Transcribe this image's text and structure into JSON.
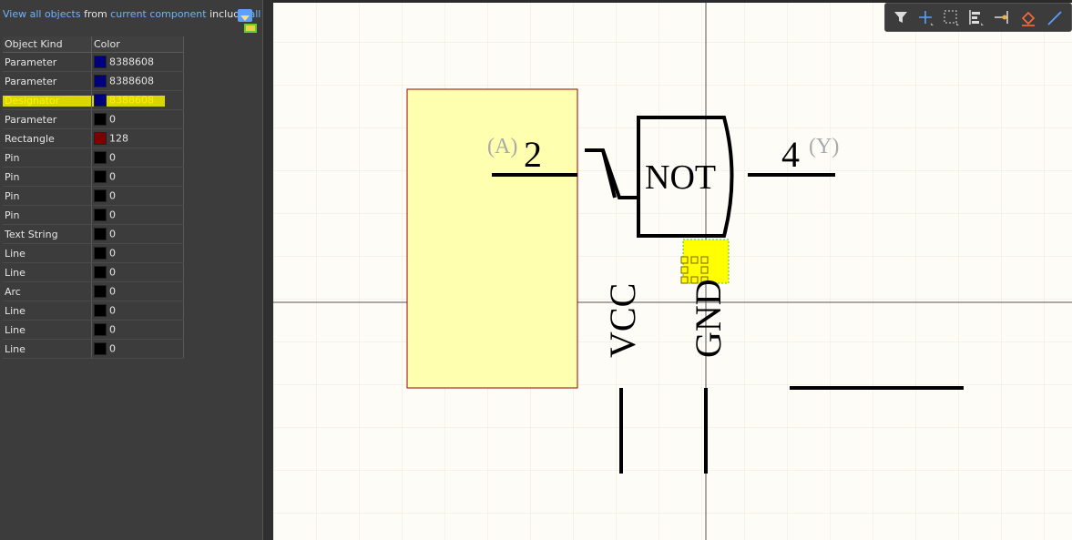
{
  "filter": {
    "seg1": "View all objects",
    "seg2": " from ",
    "seg3": "current component",
    "seg4": " include ",
    "seg5": "all typ"
  },
  "table": {
    "headers": [
      "Object Kind",
      "Color"
    ],
    "rows": [
      {
        "kind": "Parameter",
        "color": "8388608",
        "swatch": "#00007f"
      },
      {
        "kind": "Parameter",
        "color": "8388608",
        "swatch": "#00007f"
      },
      {
        "kind": "Designator",
        "color": "8388608",
        "swatch": "#00007f",
        "highlighted": true
      },
      {
        "kind": "Parameter",
        "color": "0",
        "swatch": "#000000"
      },
      {
        "kind": "Rectangle",
        "color": "128",
        "swatch": "#7f0000"
      },
      {
        "kind": "Pin",
        "color": "0",
        "swatch": "#000000"
      },
      {
        "kind": "Pin",
        "color": "0",
        "swatch": "#000000"
      },
      {
        "kind": "Pin",
        "color": "0",
        "swatch": "#000000"
      },
      {
        "kind": "Pin",
        "color": "0",
        "swatch": "#000000"
      },
      {
        "kind": "Text String",
        "color": "0",
        "swatch": "#000000"
      },
      {
        "kind": "Line",
        "color": "0",
        "swatch": "#000000"
      },
      {
        "kind": "Line",
        "color": "0",
        "swatch": "#000000"
      },
      {
        "kind": "Arc",
        "color": "0",
        "swatch": "#000000"
      },
      {
        "kind": "Line",
        "color": "0",
        "swatch": "#000000"
      },
      {
        "kind": "Line",
        "color": "0",
        "swatch": "#000000"
      },
      {
        "kind": "Line",
        "color": "0",
        "swatch": "#000000"
      }
    ]
  },
  "schematic": {
    "pin_in_name": "(A)",
    "pin_in_number": "2",
    "gate_label": "NOT",
    "pin_out_number": "4",
    "pin_out_name": "(Y)",
    "vcc_label": "VCC",
    "gnd_label": "GND"
  },
  "toolbar": {
    "icons": [
      "filter-icon",
      "add-icon",
      "select-rect-icon",
      "align-icon",
      "pin-icon",
      "eraser-icon",
      "line-icon"
    ]
  },
  "colors": {
    "canvas_bg": "#fdfcf6",
    "body_fill": "#ffffb0",
    "body_border": "#a00000",
    "highlight": "#ffff00",
    "accent": "#6fb3ff"
  }
}
